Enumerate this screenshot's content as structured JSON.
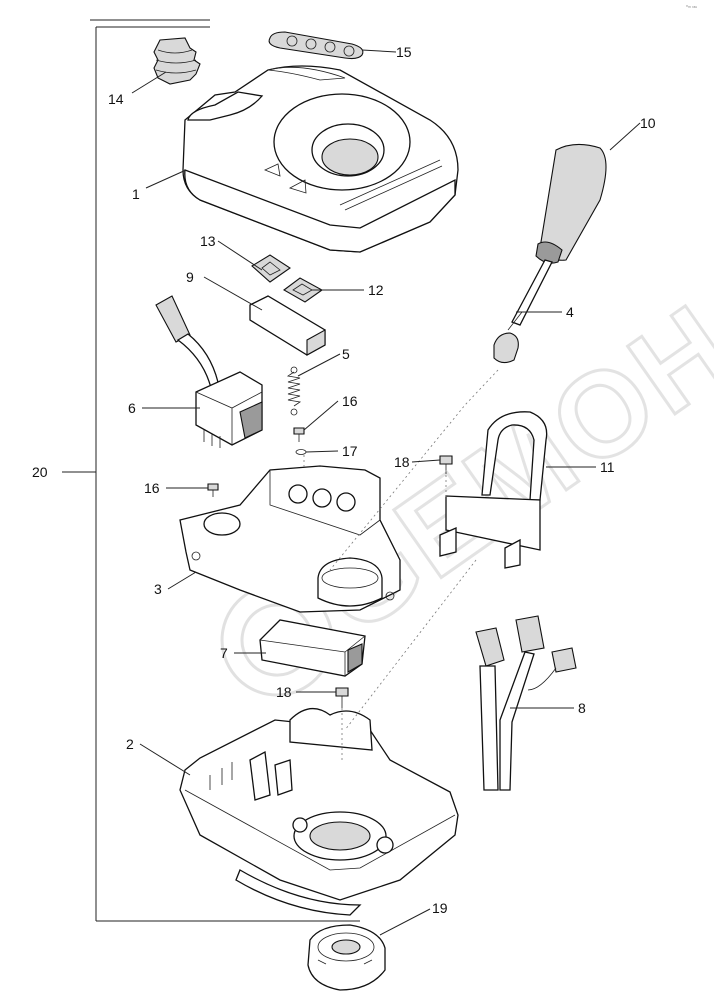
{
  "corner_mark": "*ᵐ ʳᵃᵘ",
  "watermark": "GEMOH",
  "callouts": [
    "1",
    "2",
    "3",
    "4",
    "5",
    "6",
    "7",
    "8",
    "9",
    "10",
    "11",
    "12",
    "13",
    "14",
    "15",
    "16",
    "16",
    "17",
    "18",
    "18",
    "19",
    "20"
  ]
}
